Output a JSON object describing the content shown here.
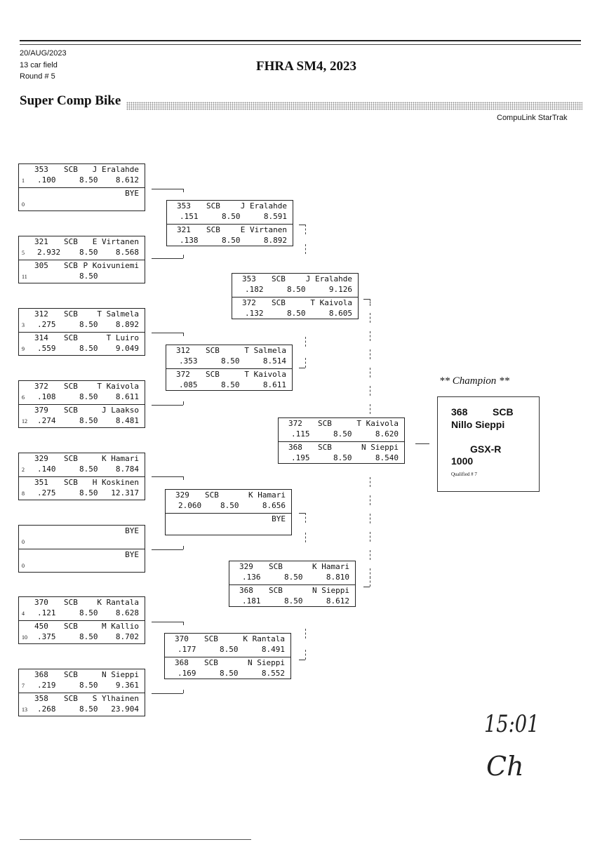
{
  "header": {
    "date": "20/AUG/2023",
    "field": "13 car field",
    "round": "Round # 5",
    "event_title": "FHRA SM4, 2023",
    "class_title": "Super Comp Bike",
    "system": "CompuLink StarTrak"
  },
  "round1": [
    {
      "top": {
        "num": "353",
        "cls": "SCB",
        "name": "J Eralahde",
        "seed": "1",
        "rt": ".100",
        "dial": "8.50",
        "et": "8.612"
      },
      "bot": {
        "num": "",
        "cls": "",
        "name": "BYE",
        "seed": "0",
        "rt": "",
        "dial": "",
        "et": ""
      }
    },
    {
      "top": {
        "num": "321",
        "cls": "SCB",
        "name": "E Virtanen",
        "seed": "5",
        "rt": "2.932",
        "dial": "8.50",
        "et": "8.568"
      },
      "bot": {
        "num": "305",
        "cls": "SCB",
        "name": "P Koivuniemi",
        "seed": "11",
        "rt": "",
        "dial": "8.50",
        "et": ""
      }
    },
    {
      "top": {
        "num": "312",
        "cls": "SCB",
        "name": "T Salmela",
        "seed": "3",
        "rt": ".275",
        "dial": "8.50",
        "et": "8.892"
      },
      "bot": {
        "num": "314",
        "cls": "SCB",
        "name": "T Luiro",
        "seed": "9",
        "rt": ".559",
        "dial": "8.50",
        "et": "9.049"
      }
    },
    {
      "top": {
        "num": "372",
        "cls": "SCB",
        "name": "T Kaivola",
        "seed": "6",
        "rt": ".108",
        "dial": "8.50",
        "et": "8.611"
      },
      "bot": {
        "num": "379",
        "cls": "SCB",
        "name": "J Laakso",
        "seed": "12",
        "rt": ".274",
        "dial": "8.50",
        "et": "8.481"
      }
    },
    {
      "top": {
        "num": "329",
        "cls": "SCB",
        "name": "K Hamari",
        "seed": "2",
        "rt": ".140",
        "dial": "8.50",
        "et": "8.784"
      },
      "bot": {
        "num": "351",
        "cls": "SCB",
        "name": "H Koskinen",
        "seed": "8",
        "rt": ".275",
        "dial": "8.50",
        "et": "12.317"
      }
    },
    {
      "top": {
        "num": "",
        "cls": "",
        "name": "BYE",
        "seed": "0",
        "rt": "",
        "dial": "",
        "et": ""
      },
      "bot": {
        "num": "",
        "cls": "",
        "name": "BYE",
        "seed": "0",
        "rt": "",
        "dial": "",
        "et": ""
      }
    },
    {
      "top": {
        "num": "370",
        "cls": "SCB",
        "name": "K Rantala",
        "seed": "4",
        "rt": ".121",
        "dial": "8.50",
        "et": "8.628"
      },
      "bot": {
        "num": "450",
        "cls": "SCB",
        "name": "M Kallio",
        "seed": "10",
        "rt": ".375",
        "dial": "8.50",
        "et": "8.702"
      }
    },
    {
      "top": {
        "num": "368",
        "cls": "SCB",
        "name": "N Sieppi",
        "seed": "7",
        "rt": ".219",
        "dial": "8.50",
        "et": "9.361"
      },
      "bot": {
        "num": "358",
        "cls": "SCB",
        "name": "S Ylhainen",
        "seed": "13",
        "rt": ".268",
        "dial": "8.50",
        "et": "23.904"
      }
    }
  ],
  "round2": [
    {
      "top": {
        "num": "353",
        "cls": "SCB",
        "name": "J Eralahde",
        "rt": ".151",
        "dial": "8.50",
        "et": "8.591"
      },
      "bot": {
        "num": "321",
        "cls": "SCB",
        "name": "E Virtanen",
        "rt": ".138",
        "dial": "8.50",
        "et": "8.892"
      }
    },
    {
      "top": {
        "num": "312",
        "cls": "SCB",
        "name": "T Salmela",
        "rt": ".353",
        "dial": "8.50",
        "et": "8.514"
      },
      "bot": {
        "num": "372",
        "cls": "SCB",
        "name": "T Kaivola",
        "rt": ".085",
        "dial": "8.50",
        "et": "8.611"
      }
    },
    {
      "top": {
        "num": "329",
        "cls": "SCB",
        "name": "K Hamari",
        "rt": "2.060",
        "dial": "8.50",
        "et": "8.656"
      },
      "bot": {
        "num": "",
        "cls": "",
        "name": "BYE",
        "rt": "",
        "dial": "",
        "et": ""
      }
    },
    {
      "top": {
        "num": "370",
        "cls": "SCB",
        "name": "K Rantala",
        "rt": ".177",
        "dial": "8.50",
        "et": "8.491"
      },
      "bot": {
        "num": "368",
        "cls": "SCB",
        "name": "N Sieppi",
        "rt": ".169",
        "dial": "8.50",
        "et": "8.552"
      }
    }
  ],
  "round3": [
    {
      "top": {
        "num": "353",
        "cls": "SCB",
        "name": "J Eralahde",
        "rt": ".182",
        "dial": "8.50",
        "et": "9.126"
      },
      "bot": {
        "num": "372",
        "cls": "SCB",
        "name": "T Kaivola",
        "rt": ".132",
        "dial": "8.50",
        "et": "8.605"
      }
    },
    {
      "top": {
        "num": "329",
        "cls": "SCB",
        "name": "K Hamari",
        "rt": ".136",
        "dial": "8.50",
        "et": "8.810"
      },
      "bot": {
        "num": "368",
        "cls": "SCB",
        "name": "N Sieppi",
        "rt": ".181",
        "dial": "8.50",
        "et": "8.612"
      }
    }
  ],
  "final": [
    {
      "top": {
        "num": "372",
        "cls": "SCB",
        "name": "T Kaivola",
        "rt": ".115",
        "dial": "8.50",
        "et": "8.620"
      },
      "bot": {
        "num": "368",
        "cls": "SCB",
        "name": "N Sieppi",
        "rt": ".195",
        "dial": "8.50",
        "et": "8.540"
      }
    }
  ],
  "champion": {
    "title": "** Champion **",
    "num": "368",
    "cls": "SCB",
    "name": "Nillo Sieppi",
    "bike1": "GSX-R",
    "bike2": "1000",
    "qualified": "Qualified # 7"
  },
  "handwriting": {
    "time": "15:01",
    "initials": "Ch"
  }
}
